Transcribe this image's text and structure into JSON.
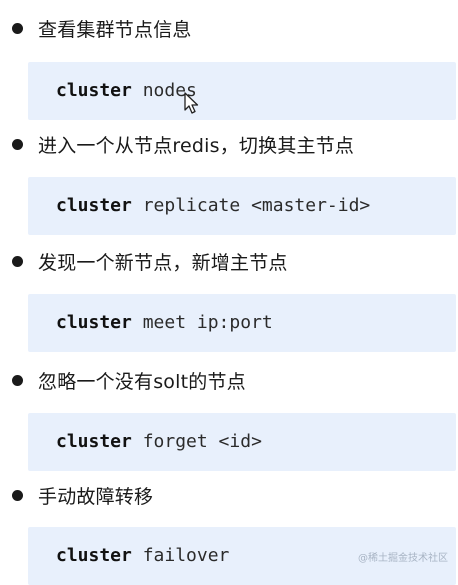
{
  "items": [
    {
      "heading": "查看集群节点信息",
      "code_keyword": "cluster",
      "code_rest": " nodes"
    },
    {
      "heading": "进入一个从节点redis，切换其主节点",
      "code_keyword": "cluster",
      "code_rest": " replicate <master-id>"
    },
    {
      "heading": "发现一个新节点，新增主节点",
      "code_keyword": "cluster",
      "code_rest": " meet ip:port"
    },
    {
      "heading": "忽略一个没有solt的节点",
      "code_keyword": "cluster",
      "code_rest": " forget <id>"
    },
    {
      "heading": "手动故障转移",
      "code_keyword": "cluster",
      "code_rest": " failover"
    }
  ],
  "watermark": "@稀土掘金技术社区",
  "colors": {
    "code_background": "#e8f0fc",
    "bullet": "#1a1a1a"
  }
}
